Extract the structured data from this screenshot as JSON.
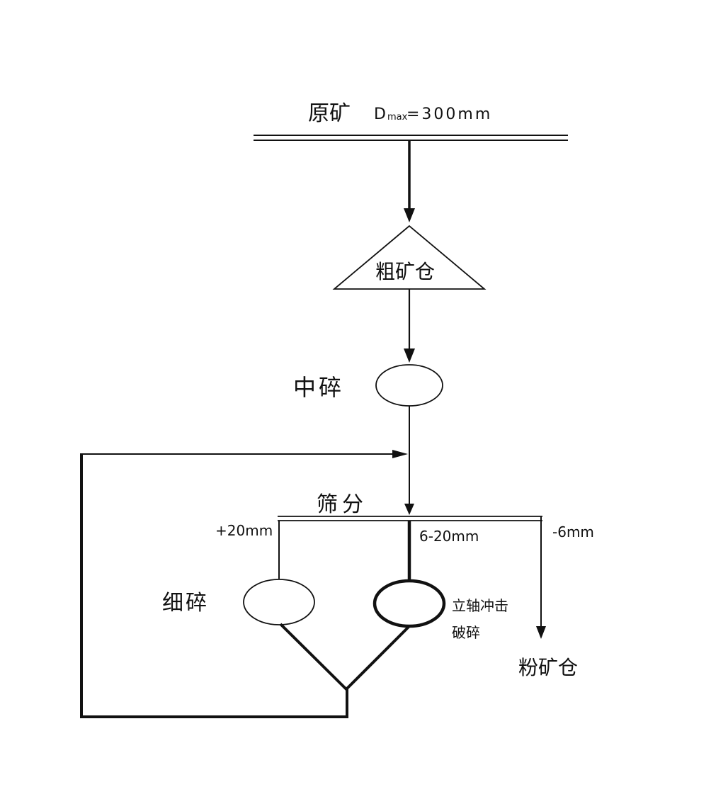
{
  "header": {
    "raw_ore": "原矿",
    "dmax_symbol": "D",
    "dmax_sub": "max",
    "dmax_value": "=300mm"
  },
  "nodes": {
    "coarse_bin": "粗矿仓",
    "medium_crush": "中碎",
    "screening": "筛分",
    "fine_crush": "细碎",
    "vsi_line1": "立轴冲击",
    "vsi_line2": "破碎",
    "fine_ore_bin": "粉矿仓"
  },
  "fractions": {
    "oversize": "+20mm",
    "middle": "6-20mm",
    "undersize": "-6mm"
  },
  "colors": {
    "line": "#111111",
    "background": "#ffffff"
  }
}
